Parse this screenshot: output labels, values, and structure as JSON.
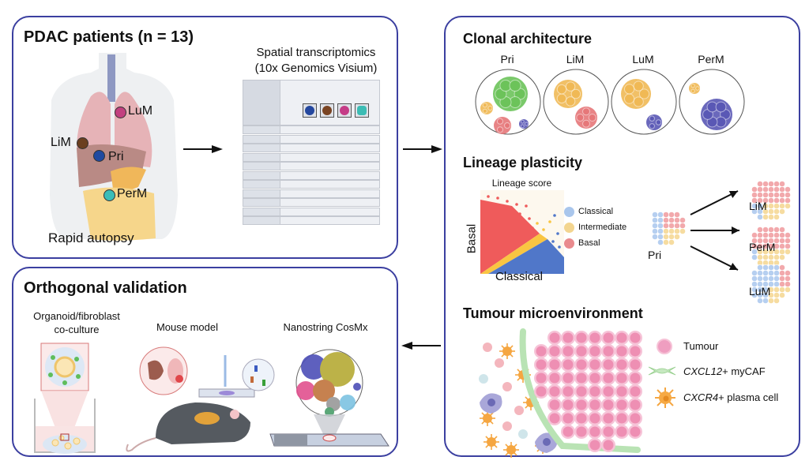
{
  "panels": {
    "patients": {
      "title": "PDAC patients (n = 13)",
      "caption": "Rapid autopsy",
      "sites": [
        {
          "label": "LuM",
          "color": "#c2407f"
        },
        {
          "label": "LiM",
          "color": "#6b3f1f"
        },
        {
          "label": "Pri",
          "color": "#1f4aa0"
        },
        {
          "label": "PerM",
          "color": "#3bbdb8"
        }
      ],
      "spatial_title_line1": "Spatial transcriptomics",
      "spatial_title_line2": "(10x Genomics Visium)",
      "slide_samples": [
        "#24479e",
        "#7a4423",
        "#c53c87",
        "#3cbcb4"
      ]
    },
    "validation": {
      "title": "Orthogonal validation",
      "organoid_line1": "Organoid/fibroblast",
      "organoid_line2": "co-culture",
      "mouse": "Mouse model",
      "cosmx": "Nanostring CosMx"
    },
    "findings": {
      "clonal": {
        "title": "Clonal architecture",
        "sites": [
          "Pri",
          "LiM",
          "LuM",
          "PerM"
        ]
      },
      "lineage": {
        "title": "Lineage plasticity",
        "plot_title": "Lineage score",
        "xlabel": "Classical",
        "ylabel": "Basal",
        "legend": [
          {
            "label": "Classical",
            "color": "#a9c6ec"
          },
          {
            "label": "Intermediate",
            "color": "#f3d58f"
          },
          {
            "label": "Basal",
            "color": "#e98a8d"
          }
        ],
        "origin": "Pri",
        "targets": [
          "LiM",
          "PerM",
          "LuM"
        ]
      },
      "tme": {
        "title": "Tumour microenvironment",
        "legend": [
          {
            "label_italic": "",
            "label": "Tumour"
          },
          {
            "label_italic": "CXCL12",
            "label": "+ myCAF"
          },
          {
            "label_italic": "CXCR4",
            "label": "+ plasma cell"
          }
        ]
      }
    }
  },
  "colors": {
    "border": "#3b3fa0",
    "basal": "#ef5b5b",
    "intermediate": "#f9c542",
    "classical": "#5077c9",
    "tumour": "#ee8fb3",
    "caf": "#b9e3b4",
    "plasma": "#f5a641"
  }
}
